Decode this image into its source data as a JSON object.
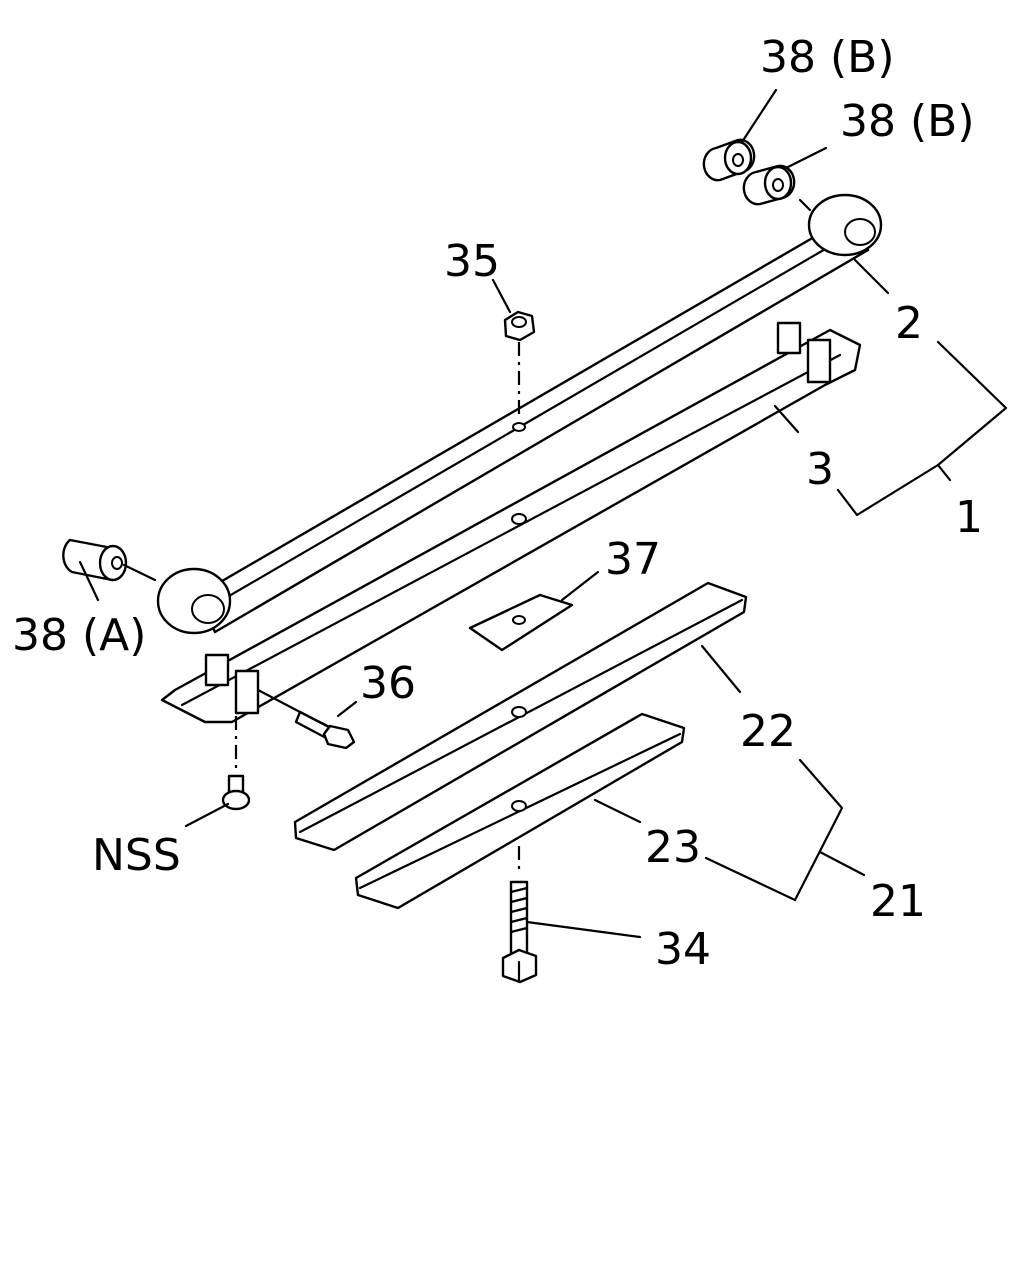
{
  "callouts": {
    "c38b_top": "38 (B)",
    "c38b_mid": "38 (B)",
    "c35": "35",
    "c2": "2",
    "c3": "3",
    "c1": "1",
    "c38a": "38 (A)",
    "c37": "37",
    "c36": "36",
    "c22": "22",
    "cnss": "NSS",
    "c23": "23",
    "c21": "21",
    "c34": "34"
  },
  "colors": {
    "ink": "#000000",
    "paper": "#ffffff"
  }
}
